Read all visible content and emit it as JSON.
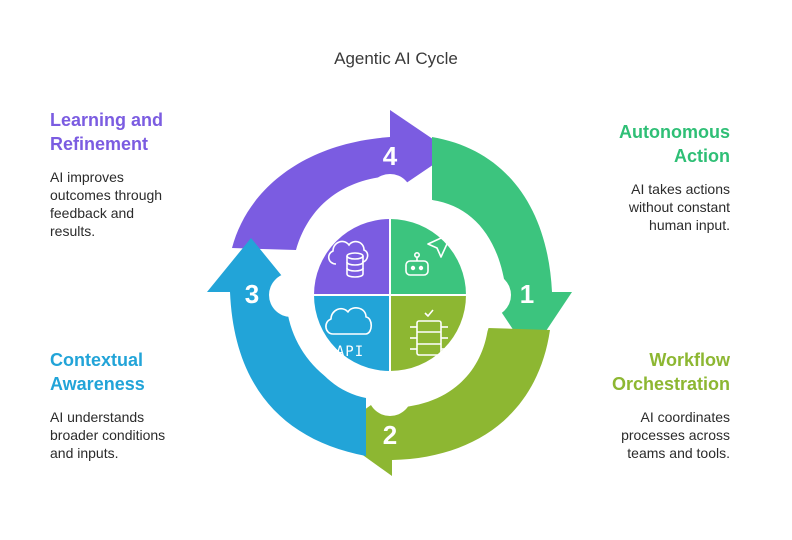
{
  "title": "Agentic AI Cycle",
  "steps": [
    {
      "number": "1",
      "heading": "Autonomous Action",
      "heading_lines": [
        "Autonomous",
        "Action"
      ],
      "description_lines": [
        "AI takes actions",
        "without constant",
        "human input."
      ],
      "color": "#3CC47E",
      "icon": "navigation-arrow-robot-icon"
    },
    {
      "number": "2",
      "heading": "Workflow Orchestration",
      "heading_lines": [
        "Workflow",
        "Orchestration"
      ],
      "description_lines": [
        "AI coordinates",
        "processes across",
        "teams and tools."
      ],
      "color": "#8DB732",
      "icon": "checked-server-icon"
    },
    {
      "number": "3",
      "heading": "Contextual Awareness",
      "heading_lines": [
        "Contextual",
        "Awareness"
      ],
      "description_lines": [
        "AI understands",
        "broader conditions",
        "and inputs."
      ],
      "color": "#22A4D8",
      "icon": "cloud-api-icon"
    },
    {
      "number": "4",
      "heading": "Learning and Refinement",
      "heading_lines": [
        "Learning and",
        "Refinement"
      ],
      "description_lines": [
        "AI improves",
        "outcomes through",
        "feedback and",
        "results."
      ],
      "color": "#7B5CE1",
      "icon": "cloud-database-icon"
    }
  ],
  "api_label": "API"
}
